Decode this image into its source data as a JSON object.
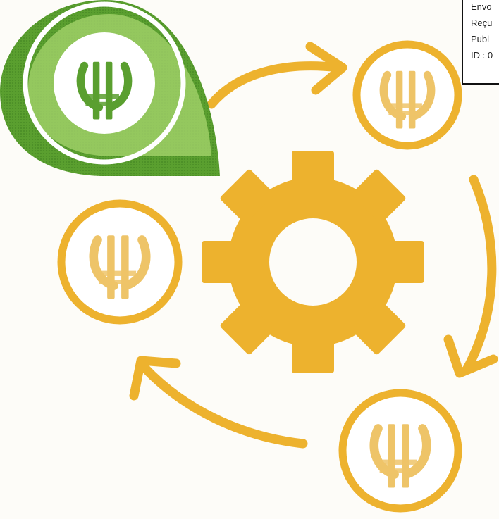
{
  "stamp": {
    "lines": [
      "Envo",
      "Reçu",
      "Publ",
      "ID : 0"
    ]
  },
  "colors": {
    "gold": "#edb22e",
    "gold_light": "#f1c76b",
    "green_dark": "#4f9a2c",
    "green_light": "#9fd169",
    "white": "#ffffff",
    "background": "#fdfcf8"
  },
  "icons": {
    "coin": "psi-coin-icon",
    "gear": "gear-icon",
    "leaf": "green-leaf-coin-icon",
    "arrow": "curved-arrow-icon"
  }
}
